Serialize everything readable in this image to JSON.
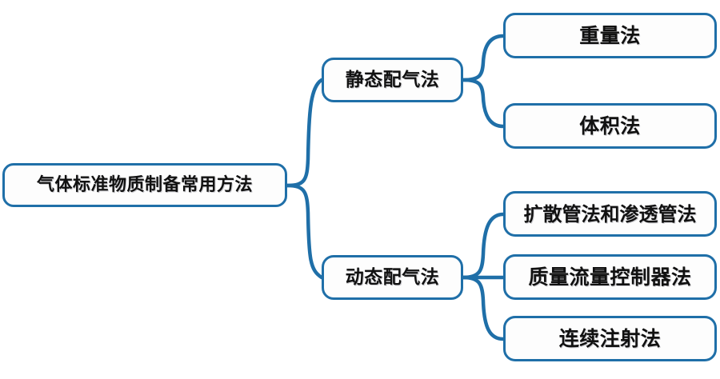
{
  "diagram": {
    "type": "mind-map",
    "title": "气体标准物质制备常用方法",
    "background_color": "#ffffff",
    "border_color": "#1f6fa8",
    "connector_color": "#1f6fa8",
    "text_color": "#111111",
    "root": {
      "label": "气体标准物质制备常用方法"
    },
    "branches": [
      {
        "label": "静态配气法",
        "children": [
          {
            "label": "重量法"
          },
          {
            "label": "体积法"
          }
        ]
      },
      {
        "label": "动态配气法",
        "children": [
          {
            "label": "扩散管法和渗透管法"
          },
          {
            "label": "质量流量控制器法"
          },
          {
            "label": "连续注射法"
          }
        ]
      }
    ]
  }
}
